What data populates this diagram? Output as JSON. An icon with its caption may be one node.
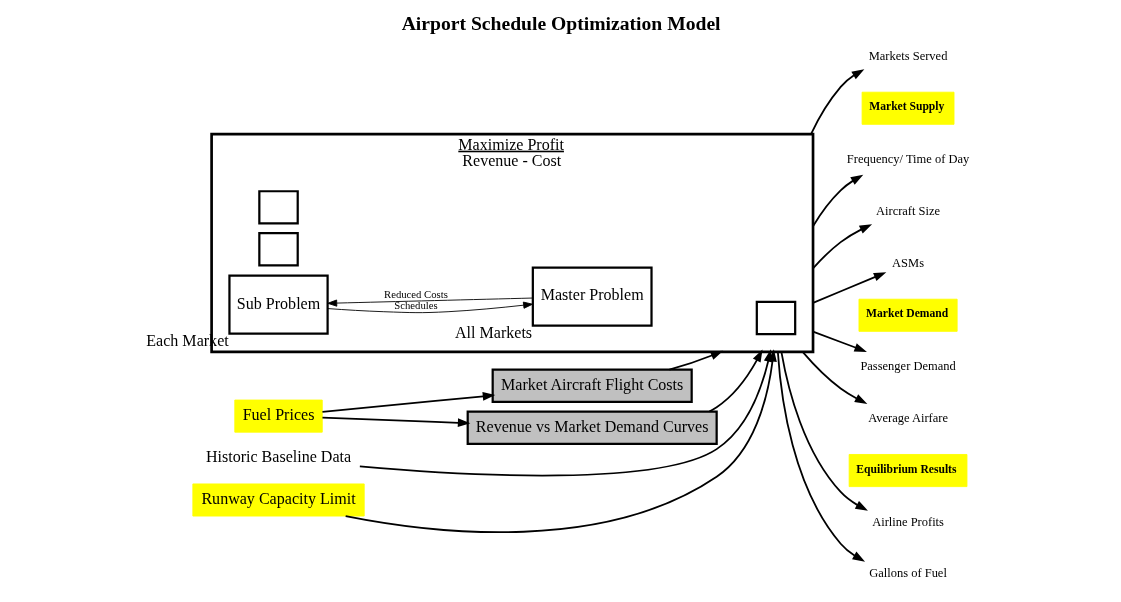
{
  "diagram": {
    "title": "Airport Schedule Optimization Model",
    "nodes": [
      {
        "text": [
          "Market Aircraft Flight Costs"
        ]
      },
      {
        "text": [
          "Fuel Prices"
        ]
      },
      {
        "text": [
          "Revenue vs Market Demand Curves"
        ]
      },
      {
        "text": [
          "Maximize Profit",
          "Revenue - Cost"
        ]
      },
      {
        "text": [],
        "shape": "box",
        "in": 3
      },
      {
        "text": [],
        "shape": "box",
        "in": 3
      },
      {
        "text": [],
        "shape": "box",
        "in": 3
      },
      {
        "text": [
          "Sub Problem"
        ],
        "in": 3,
        "beside": [
          "Each Market"
        ]
      },
      {
        "text": [
          "Master Problem"
        ],
        "in": 3,
        "beside": [
          "All Markets"
        ]
      },
      {
        "text": [
          "Historic Baseline Data"
        ]
      },
      {
        "text": [
          "Runway Capacity Limit"
        ]
      },
      {
        "text": [
          "Markets Served"
        ]
      },
      {
        "text": [
          "Market Supply"
        ]
      },
      {
        "text": [
          "Frequency/ Time of Day"
        ]
      },
      {
        "text": [
          "Aircraft Size"
        ]
      },
      {
        "text": [
          "ASMs"
        ]
      },
      {
        "text": [
          "Market Demand"
        ]
      },
      {
        "text": [
          "Passenger Demand"
        ]
      },
      {
        "text": [
          "Average Airfare"
        ]
      },
      {
        "text": [
          "Equilibrium Results"
        ]
      },
      {
        "text": [
          "Airline Profits"
        ]
      },
      {
        "text": [
          "Gallons of Fuel"
        ]
      }
    ],
    "edges": [
      {
        "from": 0,
        "to": 3,
        "arrow": "to"
      },
      {
        "from": 1,
        "to": 0,
        "arrow": "to"
      },
      {
        "from": 1,
        "to": 2,
        "arrow": "to"
      },
      {
        "from": 2,
        "to": 3,
        "arrow": "to"
      },
      {
        "from": 7,
        "to": 8,
        "label": "Schedules",
        "arrow": "to"
      },
      {
        "from": 8,
        "to": 7,
        "label": "Reduced Costs",
        "arrow": "to"
      },
      {
        "from": 9,
        "to": 3,
        "arrow": "to"
      },
      {
        "from": 10,
        "to": 3,
        "arrow": "to"
      },
      {
        "from": 3,
        "to": 11,
        "arrow": "to"
      },
      {
        "from": 3,
        "to": 13,
        "arrow": "to"
      },
      {
        "from": 3,
        "to": 14,
        "arrow": "to"
      },
      {
        "from": 3,
        "to": 15,
        "arrow": "to"
      },
      {
        "from": 3,
        "to": 17,
        "arrow": "to"
      },
      {
        "from": 3,
        "to": 18,
        "arrow": "to"
      },
      {
        "from": 3,
        "to": 20,
        "arrow": "to"
      },
      {
        "from": 3,
        "to": 21,
        "arrow": "to"
      }
    ]
  }
}
